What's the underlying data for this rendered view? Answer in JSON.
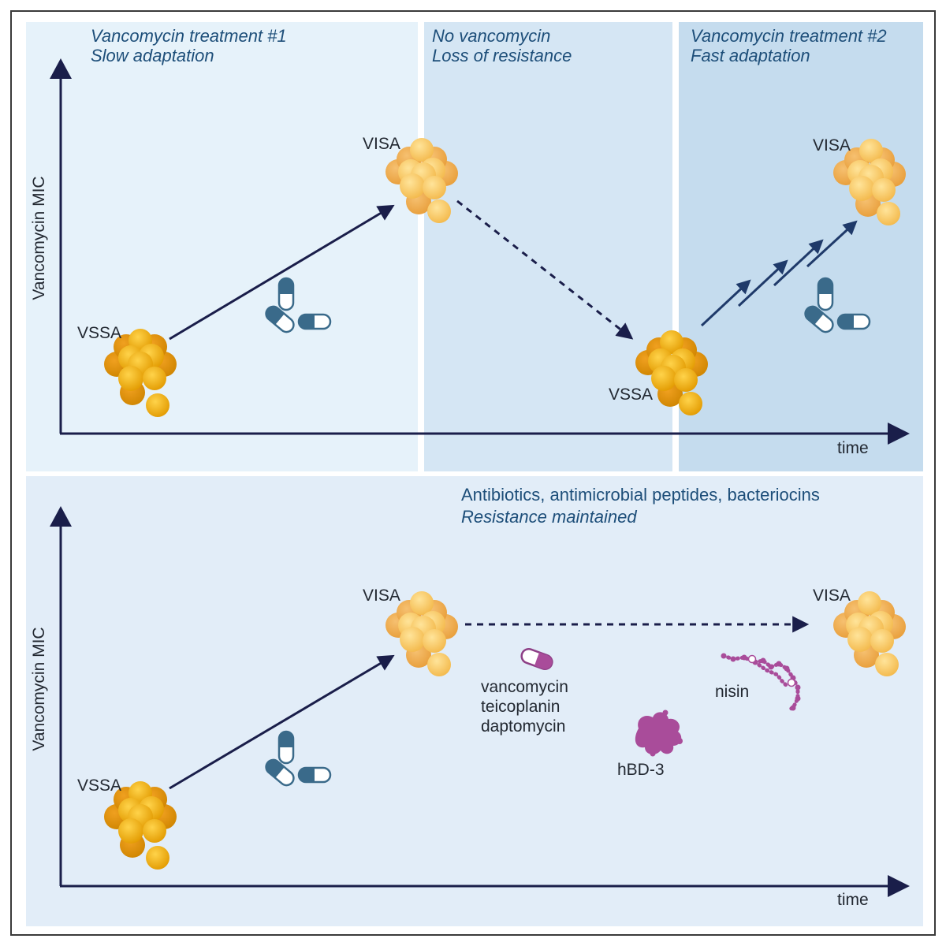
{
  "top": {
    "phase1": {
      "line1": "Vancomycin treatment #1",
      "line2": "Slow adaptation"
    },
    "phase2": {
      "line1": "No vancomycin",
      "line2": "Loss of resistance"
    },
    "phase3": {
      "line1": "Vancomycin treatment #2",
      "line2": "Fast adaptation"
    },
    "y_axis_label": "Vancomycin MIC",
    "x_axis_label": "time",
    "vssa_start": "VSSA",
    "visa_mid": "VISA",
    "vssa_end": "VSSA",
    "visa_end": "VISA"
  },
  "bottom": {
    "header_line1": "Antibiotics, antimicrobial peptides, bacteriocins",
    "header_line2": "Resistance maintained",
    "y_axis_label": "Vancomycin MIC",
    "x_axis_label": "time",
    "vssa_start": "VSSA",
    "visa_mid": "VISA",
    "visa_end": "VISA",
    "antibiotics": [
      "vancomycin",
      "teicoplanin",
      "daptomycin"
    ],
    "peptide": "hBD-3",
    "bacteriocin": "nisin"
  },
  "colors": {
    "panel1": "#e6f2fa",
    "panel2": "#d5e6f4",
    "panel3": "#c5dcee",
    "bottom_panel": "#e2edf8",
    "axis": "#1a1e4a",
    "heading": "#1d4e79",
    "vssa_cell": "#f2b300",
    "visa_cell": "#f8cc60",
    "capsule": "#3a6a8a",
    "compound": "#a94c9a"
  },
  "icons": [
    "bacteria-cluster-icon",
    "capsule-icon",
    "protein-icon",
    "peptide-chain-icon"
  ]
}
